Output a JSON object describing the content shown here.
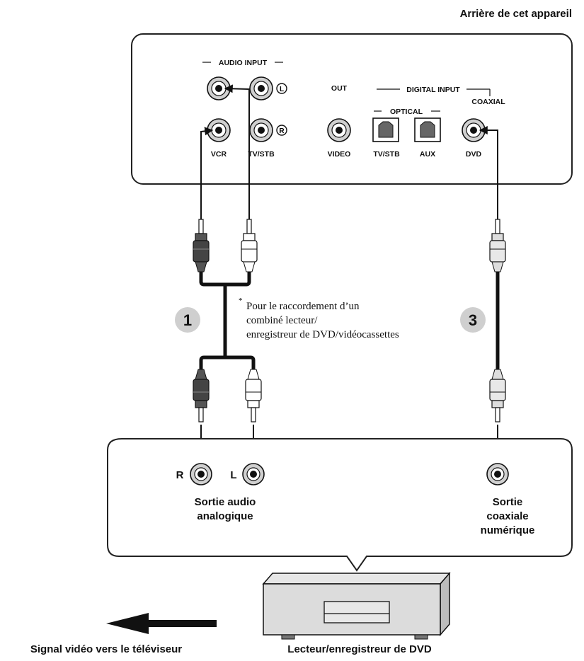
{
  "header": {
    "title": "Arrière de cet appareil"
  },
  "panel": {
    "audio_input": "AUDIO INPUT",
    "ch_left": "L",
    "ch_right": "R",
    "vcr": "VCR",
    "tv_stb": "TV/STB",
    "out": "OUT",
    "video": "VIDEO",
    "digital_input": "DIGITAL INPUT",
    "optical": "OPTICAL",
    "coaxial": "COAXIAL",
    "opt_tv_stb": "TV/STB",
    "aux": "AUX",
    "dvd": "DVD"
  },
  "steps": {
    "one": "1",
    "three": "3"
  },
  "note": {
    "asterisk": "*",
    "line1": "Pour le raccordement d’un",
    "line2": "combiné lecteur/",
    "line3": "enregistreur de DVD/vidéocassettes"
  },
  "device": {
    "r": "R",
    "l": "L",
    "analog_line1": "Sortie audio",
    "analog_line2": "analogique",
    "coax_line1": "Sortie",
    "coax_line2": "coaxiale",
    "coax_line3": "numérique"
  },
  "footer": {
    "tv_signal": "Signal vidéo vers le téléviseur",
    "player": "Lecteur/enregistreur de DVD"
  }
}
